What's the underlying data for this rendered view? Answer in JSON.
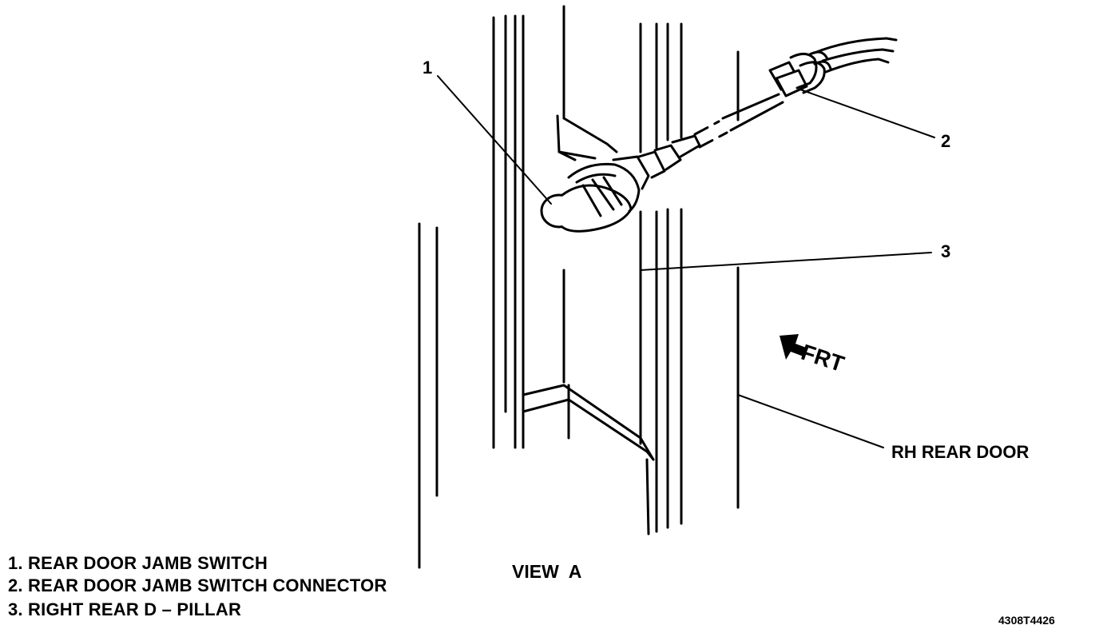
{
  "diagram": {
    "callouts": [
      "1",
      "2",
      "3"
    ],
    "door_label": "RH REAR DOOR",
    "direction_label": "FRT",
    "view_label": "VIEW  A",
    "legend": [
      "1. REAR DOOR JAMB SWITCH",
      "2. REAR DOOR JAMB SWITCH CONNECTOR",
      "3. RIGHT REAR D – PILLAR"
    ],
    "figure_code": "4308T4426"
  }
}
